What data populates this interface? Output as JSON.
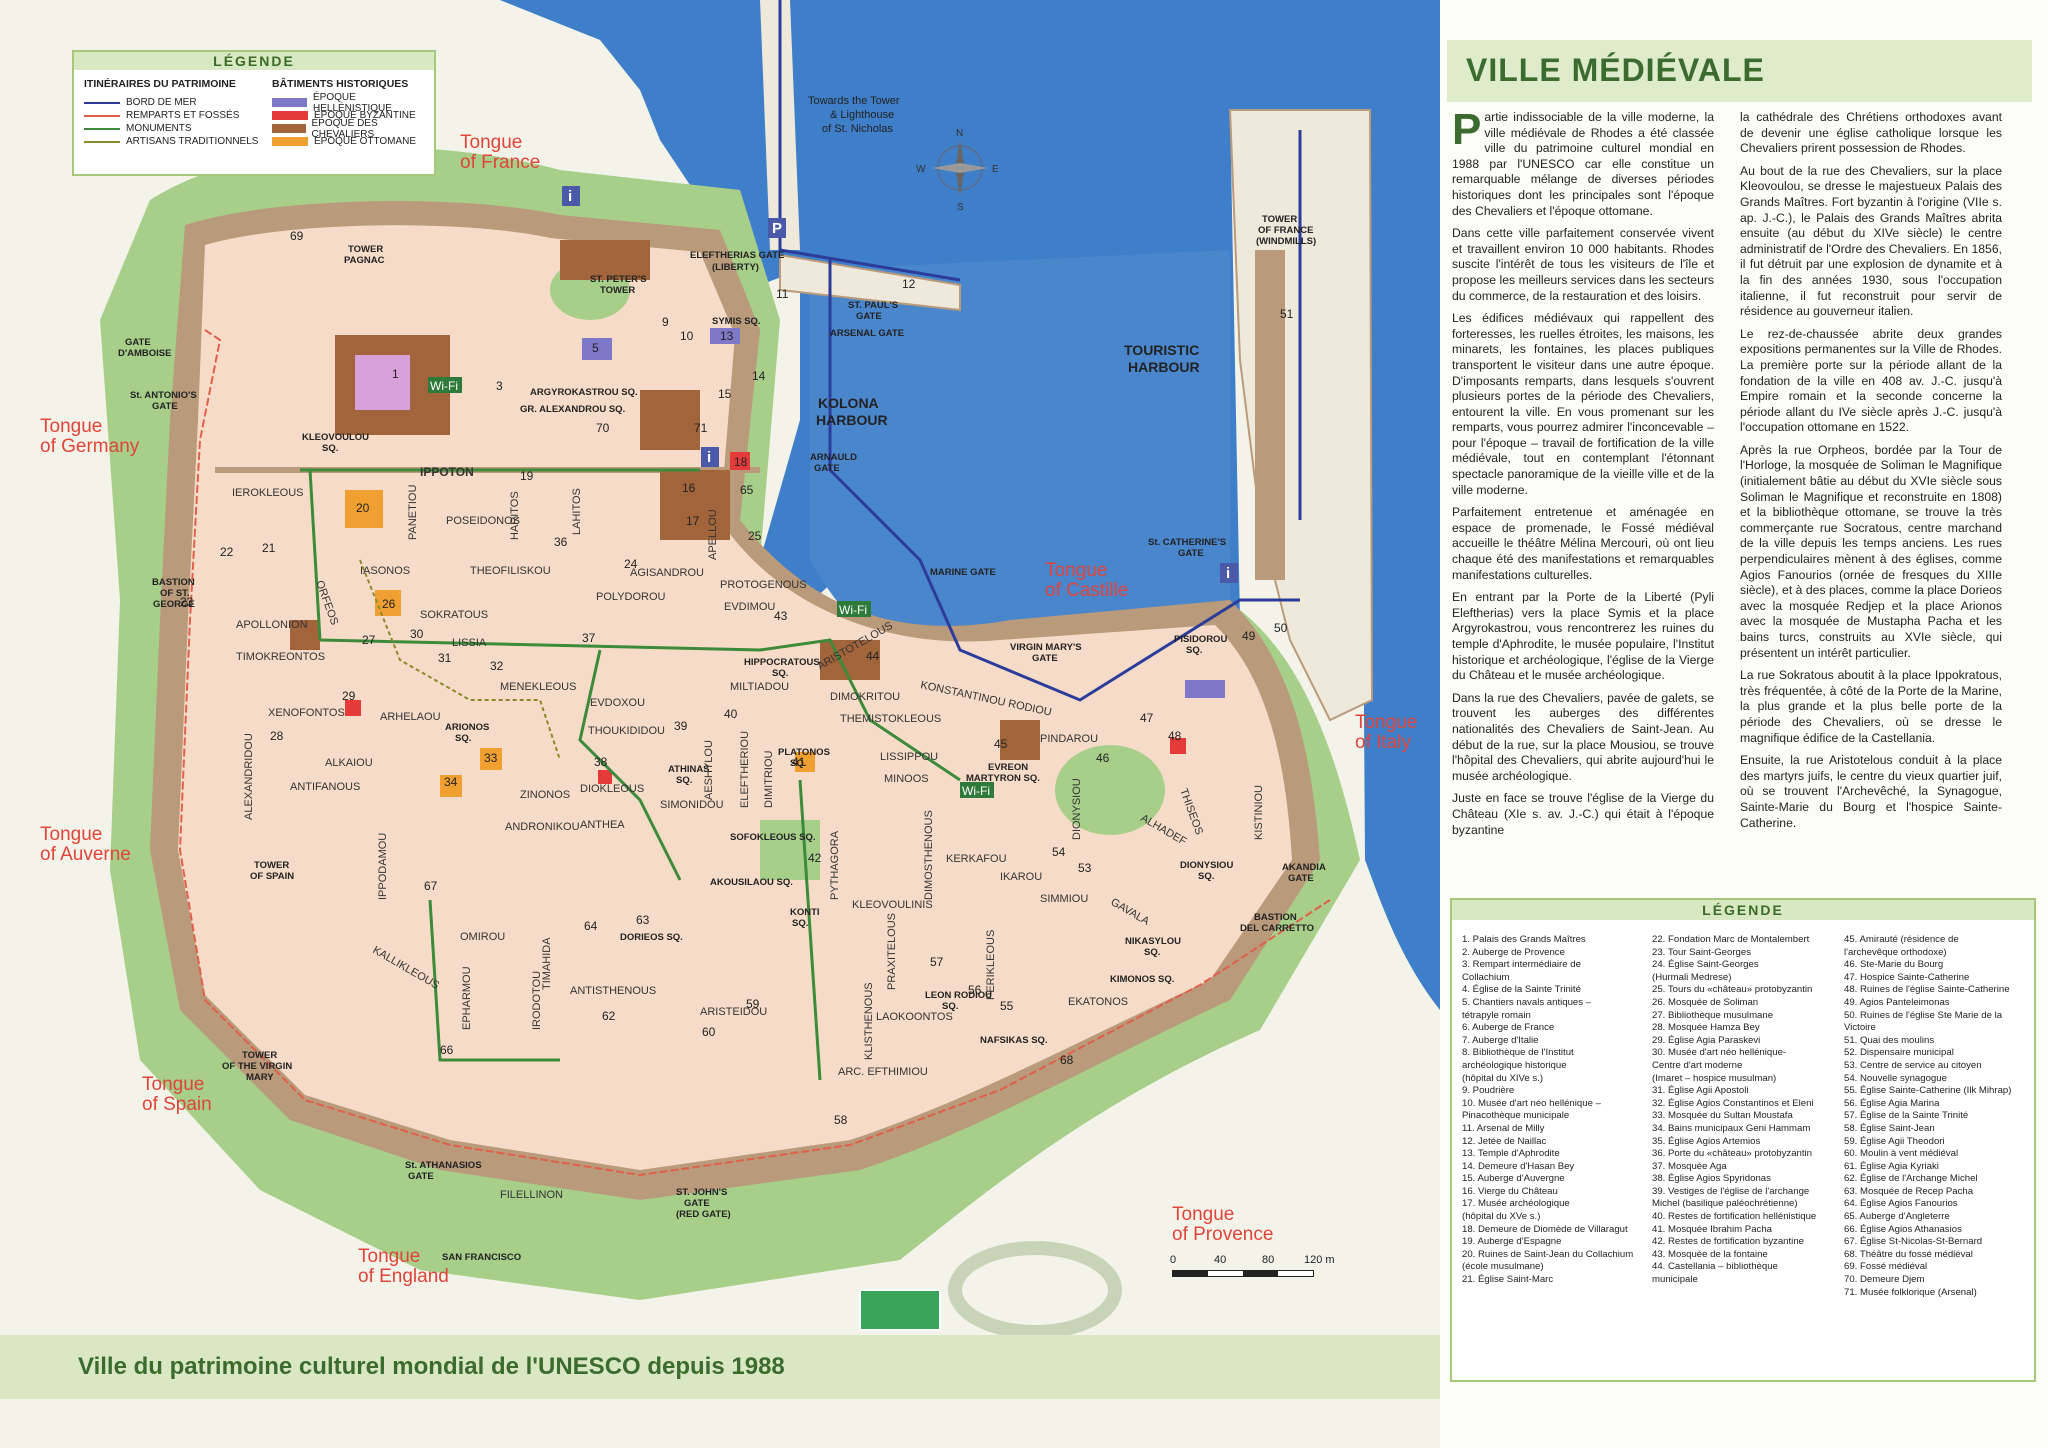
{
  "colors": {
    "sea": "#3f7ec8",
    "land": "#f4f3ea",
    "walls": "#b99a7a",
    "oldtown": "#f6dcc8",
    "green": "#a8cf8a",
    "route_sea": "#2b3c9a",
    "route_walls": "#e0604a",
    "route_monuments": "#3d8a3a",
    "route_crafts": "#8a8a2a",
    "tongue_text": "#e0443a",
    "header_green": "#3c6b2f"
  },
  "map": {
    "legend": {
      "title": "LÉGENDE",
      "routes_heading": "ITINÉRAIRES DU PATRIMOINE",
      "routes": [
        {
          "label": "BORD DE MER",
          "color": "#2b3c9a"
        },
        {
          "label": "REMPARTS ET FOSSÉS",
          "color": "#e0604a"
        },
        {
          "label": "MONUMENTS",
          "color": "#3d8a3a"
        },
        {
          "label": "ARTISANS TRADITIONNELS",
          "color": "#8a8a2a"
        }
      ],
      "buildings_heading": "BÂTIMENTS HISTORIQUES",
      "buildings": [
        {
          "label": "ÉPOQUE HELLÉNISTIQUE",
          "color": "#7d78c8"
        },
        {
          "label": "ÉPOQUE BYZANTINE",
          "color": "#e43a3a"
        },
        {
          "label": "ÉPOQUE DES CHEVALIERS",
          "color": "#a2643a"
        },
        {
          "label": "ÉPOQUE OTTOMANE",
          "color": "#f0a030"
        }
      ]
    },
    "tongues": [
      {
        "name": "tongue-france",
        "line1": "Tongue",
        "line2": "of France"
      },
      {
        "name": "tongue-germany",
        "line1": "Tongue",
        "line2": "of Germany"
      },
      {
        "name": "tongue-auverne",
        "line1": "Tongue",
        "line2": "of Auverne"
      },
      {
        "name": "tongue-spain",
        "line1": "Tongue",
        "line2": "of Spain"
      },
      {
        "name": "tongue-england",
        "line1": "Tongue",
        "line2": "of England"
      },
      {
        "name": "tongue-provence",
        "line1": "Tongue",
        "line2": "of Provence"
      },
      {
        "name": "tongue-castille",
        "line1": "Tongue",
        "line2": "of Castille"
      },
      {
        "name": "tongue-italy",
        "line1": "Tongue",
        "line2": "of Italy"
      }
    ],
    "places": {
      "tower_lighthouse": [
        "Towards the Tower",
        "& Lighthouse",
        "of St. Nicholas"
      ],
      "touristic_harbour": [
        "TOURISTIC",
        "HARBOUR"
      ],
      "kolona_harbour": [
        "KOLONA",
        "HARBOUR"
      ],
      "tower_france": [
        "TOWER",
        "OF FRANCE",
        "(WINDMILLS)"
      ],
      "eleftherias_gate": [
        "ELEFTHERIAS GATE",
        "(LIBERTY)"
      ],
      "st_peters_tower": [
        "ST. PETER'S",
        "TOWER"
      ],
      "st_pauls_gate": [
        "ST. PAUL'S",
        "GATE"
      ],
      "arsenal_gate": "ARSENAL GATE",
      "symis_sq": "SYMIS SQ.",
      "tower_pagnac": [
        "TOWER",
        "PAGNAC"
      ],
      "gate_amboise": [
        "GATE",
        "D'AMBOISE"
      ],
      "st_antonios_gate": [
        "St. ANTONIO'S",
        "GATE"
      ],
      "argyrokastrou_sq": "ARGYROKASTROU SQ.",
      "gr_alexandrou_sq": "GR. ALEXANDROU SQ.",
      "kleovoulou_sq": [
        "KLEOVOULOU",
        "SQ."
      ],
      "arnauld_gate": [
        "ARNAULD",
        "GATE"
      ],
      "marine_gate": "MARINE GATE",
      "st_catherines_gate": [
        "St. CATHERINE'S",
        "GATE"
      ],
      "virgin_marys_gate": [
        "VIRGIN MARY'S",
        "GATE"
      ],
      "bastion_st_george": [
        "BASTION",
        "OF ST.",
        "GEORGE"
      ],
      "hippocratous_sq": [
        "HIPPOCRATOUS",
        "SQ."
      ],
      "arionos_sq": [
        "ARIONOS",
        "SQ."
      ],
      "athinas_sq": [
        "ATHINAS",
        "SQ."
      ],
      "platonos_sq": [
        "PLATONOS",
        "SQ."
      ],
      "evreon_martyron_sq": [
        "EVREON",
        "MARTYRON SQ."
      ],
      "sofokleous_sq": "SOFOKLEOUS SQ.",
      "akousilaou_sq": "AKOUSILAOU SQ.",
      "konti_sq": [
        "KONTI",
        "SQ."
      ],
      "dorieos_sq": "DORIEOS SQ.",
      "leon_rodiou_sq": [
        "LEON RODIOU",
        "SQ."
      ],
      "nafsikas_sq": "NAFSIKAS SQ.",
      "kimonos_sq": "KIMONOS SQ.",
      "nikasylou_sq": [
        "NIKASYLOU",
        "SQ."
      ],
      "dionysiou_sq": [
        "DIONYSIOU",
        "SQ."
      ],
      "akandia_gate": [
        "AKANDIA",
        "GATE"
      ],
      "bastion_del_carretto": [
        "BASTION",
        "DEL CARRETTO"
      ],
      "tower_spain": [
        "TOWER",
        "OF SPAIN"
      ],
      "tower_virgin_mary": [
        "TOWER",
        "OF THE VIRGIN",
        "MARY"
      ],
      "st_athanasios_gate": [
        "St. ATHANASIOS",
        "GATE"
      ],
      "st_johns_gate": [
        "ST. JOHN'S",
        "GATE",
        "(RED GATE)"
      ],
      "pisidorou_sq": [
        "PISIDOROU",
        "SQ."
      ],
      "san_francisco": "SAN FRANCISCO"
    },
    "streets": [
      "IPPOTON",
      "IEROKLEOUS",
      "APOLLONION",
      "TIMOKREONTOS",
      "SOKRATOUS",
      "LISSIA",
      "MENEKLEOUS",
      "XENOFONTOS",
      "ARHELAOU",
      "ALKAIOU",
      "ZINONOS",
      "ANDRONIKOU",
      "ALEXANDRIDOU",
      "IPPODAMOU",
      "OMIROU",
      "FILELLINON",
      "AGISANDROU",
      "POLYDOROU",
      "THEOFILISKOU",
      "IASONOS",
      "EVDOXOU",
      "THOUKIDIDOU",
      "SIMONIDOU",
      "DIOKLEOUS",
      "ANTHEA",
      "MILTIADOU",
      "DIMOKRITOU",
      "THEMISTOKLEOUS",
      "LISSIPPOU",
      "MINOOS",
      "PYTHAGORA",
      "KLEOVOULINIS",
      "KERKAFOU",
      "IKAROU",
      "DIMOSTHENOUS",
      "PINDAROU",
      "THISEOS",
      "ALHADEF",
      "GAVALA",
      "EKATONOS",
      "ARISTEIDOU",
      "KONSTANTINOU RODIOU",
      "ARISTOTELOUS",
      "KISTINIOU",
      "PERIKLEOUS",
      "ARC. EFTHIMIOU",
      "LAOKOONTOS",
      "PRAXITELOUS",
      "KLISTHENOUS",
      "APELLOU",
      "PROTOGENOUS",
      "EVDIMOU",
      "ORFEOS",
      "PANETIOU",
      "POSEIDONOS",
      "HARITOS",
      "LAHITOS",
      "ANTIFANOUS",
      "KALLIKLEOUS",
      "EPHARMOU",
      "IRODOTOU",
      "TIMAHIDA",
      "ANTISTHENOUS",
      "AESHYLOU",
      "ELEFTHERIOU",
      "DIMITRIOU",
      "SIMMIOU",
      "DIONYSIOU"
    ],
    "wifi_label": "Wi-Fi",
    "parking_label": "P",
    "info_label": "i",
    "compass": {
      "n": "N",
      "s": "S",
      "e": "E",
      "w": "W"
    },
    "scale": {
      "ticks": [
        "0",
        "40",
        "80",
        "120 m"
      ]
    },
    "footer": "Ville du patrimoine culturel mondial de l'UNESCO depuis 1988"
  },
  "panel": {
    "title": "VILLE MÉDIÉVALE",
    "col_a": [
      "Partie indissociable de la ville moderne, la ville médiévale de Rhodes a été classée ville du patrimoine culturel mondial en 1988 par l'UNESCO car elle constitue un remarquable mélange de diverses périodes historiques dont les principales sont l'époque des Chevaliers et l'époque ottomane.",
      "Dans cette ville parfaitement conservée vivent et travaillent environ 10 000 habitants. Rhodes suscite l'intérêt de tous les visiteurs de l'île et propose les meilleurs services dans les secteurs du commerce, de la restauration et des loisirs.",
      "Les édifices médiévaux qui rappellent des forteresses, les ruelles étroites, les maisons, les minarets, les fontaines, les places publiques transportent le visiteur dans une autre époque. D'imposants remparts, dans lesquels s'ouvrent plusieurs portes de la période des Chevaliers, entourent la ville. En vous promenant sur les remparts, vous pourrez admirer l'inconcevable – pour l'époque – travail de fortification de la ville médiévale, tout en contemplant l'étonnant spectacle panoramique de la vieille ville et de la ville moderne.",
      "Parfaitement entretenue et aménagée en espace de promenade, le Fossé médiéval accueille le théâtre Mélina Mercouri, où ont lieu chaque été des manifestations et remarquables manifestations culturelles.",
      "En entrant par la Porte de la Liberté (Pyli Eleftherias) vers la place Symis et la place Argyrokastrou, vous rencontrerez les ruines du temple d'Aphrodite, le musée populaire, l'Institut historique et archéologique, l'église de la Vierge du Château et le musée archéologique.",
      "Dans la rue des Chevaliers, pavée de galets, se trouvent les auberges des différentes nationalités des Chevaliers de Saint-Jean. Au début de la rue, sur la place Mousiou, se trouve l'hôpital des Chevaliers, qui abrite aujourd'hui le musée archéologique.",
      "Juste en face se trouve l'église de la Vierge du Château (XIe s. av. J.-C.) qui était à l'époque byzantine"
    ],
    "col_b": [
      "la cathédrale des Chrétiens orthodoxes avant de devenir une église catholique lorsque les Chevaliers prirent possession de Rhodes.",
      "Au bout de la rue des Chevaliers, sur la place Kleovoulou, se dresse le majestueux Palais des Grands Maîtres. Fort byzantin à l'origine (VIIe s. ap. J.-C.), le Palais des Grands Maîtres abrita ensuite (au début du XIVe siècle) le centre administratif de l'Ordre des Chevaliers. En 1856, il fut détruit par une explosion de dynamite et à la fin des années 1930, sous l'occupation italienne, il fut reconstruit pour servir de résidence au gouverneur italien.",
      "Le rez-de-chaussée abrite deux grandes expositions permanentes sur la Ville de Rhodes. La première porte sur la période allant de la fondation de la ville en 408 av. J.-C. jusqu'à Empire romain et la seconde concerne la période allant du IVe siècle après J.-C. jusqu'à l'occupation ottomane en 1522.",
      "Après la rue Orpheos, bordée par la Tour de l'Horloge, la mosquée de Soliman le Magnifique (initialement bâtie au début du XVIe siècle sous Soliman le Magnifique et reconstruite en 1808) et la bibliothèque ottomane, se trouve la très commerçante rue Socratous, centre marchand de la ville depuis les temps anciens. Les rues perpendiculaires mènent à des églises, comme Agios Fanourios (ornée de fresques du XIIIe siècle), et à des places, comme la place Dorieos avec la mosquée Redjep et la place Arionos avec la mosquée de Mustapha Pacha et les bains turcs, construits au XVIe siècle, qui présentent un intérêt particulier.",
      "La rue Sokratous aboutit à la place Ippokratous, très fréquentée, à côté de la Porte de la Marine, la plus grande et la plus belle porte de la période des Chevaliers, où se dresse le magnifique édifice de la Castellania.",
      "Ensuite, la rue Aristotelous conduit à la place des martyrs juifs, le centre du vieux quartier juif, où se trouvent l'Archevêché, la Synagogue, Sainte-Marie du Bourg et l'hospice Sainte-Catherine."
    ],
    "index_title": "LÉGENDE",
    "index_col_1": [
      "1. Palais des Grands Maîtres",
      "2. Auberge de Provence",
      "3. Rempart intermédiaire de",
      "Collachium",
      "4. Église de la Sainte Trinité",
      "5. Chantiers navals antiques –",
      "tétrapyle romain",
      "6. Auberge de France",
      "7. Auberge d'Italie",
      "8. Bibliothèque de l'Institut",
      "archéologique historique",
      "(hôpital du XIVe s.)",
      "9. Poudrière",
      "10. Musée d'art néo hellénique –",
      "Pinacothèque municipale",
      "11. Arsenal de Milly",
      "12. Jetée de Naillac",
      "13. Temple d'Aphrodite",
      "14. Demeure d'Hasan Bey",
      "15. Auberge d'Auvergne",
      "16. Vierge du Château",
      "17. Musée archéologique",
      "(hôpital du XVe s.)",
      "18. Demeure de Diomède de Villaragut",
      "19. Auberge d'Espagne",
      "20. Ruines de Saint-Jean du Collachium",
      "(école musulmane)",
      "21. Église Saint-Marc"
    ],
    "index_col_2": [
      "22. Fondation Marc de Montalembert",
      "23. Tour Saint-Georges",
      "24. Église Saint-Georges",
      "(Hurmali Medrese)",
      "25. Tours du «château» protobyzantin",
      "26. Mosquée de Soliman",
      "27. Bibliothèque musulmane",
      "28. Mosquée Hamza Bey",
      "29. Église Agia Paraskevi",
      "30. Musée d'art néo hellénique-",
      "Centre d'art moderne",
      "(Imaret – hospice musulman)",
      "31. Église Agii Apostoli",
      "32. Église Agios Constantinos et Eleni",
      "33. Mosquée du Sultan Moustafa",
      "34. Bains municipaux Geni Hammam",
      "35. Église Agios Artemios",
      "36. Porte du «château» protobyzantin",
      "37. Mosquée Aga",
      "38. Église Agios Spyridonas",
      "39. Vestiges de l'église de l'archange",
      "Michel (basilique paléochrétienne)",
      "40. Restes de fortification hellénistique",
      "41. Mosquée Ibrahim Pacha",
      "42. Restes de fortification byzantine",
      "43. Mosquée de la fontaine",
      "44. Castellania – bibliothèque",
      "municipale"
    ],
    "index_col_3": [
      "45. Amirauté (résidence de",
      "l'archevêque orthodoxe)",
      "46. Ste-Marie du Bourg",
      "47. Hospice Sainte-Catherine",
      "48. Ruines de l'église Sainte-Catherine",
      "49. Agios Panteleimonas",
      "50. Ruines de l'église Ste Marie de la",
      "Victoire",
      "51. Quai des moulins",
      "52. Dispensaire municipal",
      "53. Centre de service au citoyen",
      "54. Nouvelle synagogue",
      "55. Église Sainte-Catherine (Ilk Mihrap)",
      "56. Église Agia Marina",
      "57. Église de la Sainte Trinité",
      "58. Église Saint-Jean",
      "59. Église Agii Theodori",
      "60. Moulin à vent médiéval",
      "61. Église Agia Kyriaki",
      "62. Église de l'Archange Michel",
      "63. Mosquée de Recep Pacha",
      "64. Église Agios Fanourios",
      "65. Auberge d'Angleterre",
      "66. Église Agios Athanasios",
      "67. Église St-Nicolas-St-Bernard",
      "68. Théâtre du fossé médiéval",
      "69. Fossé médiéval",
      "70. Demeure Djem",
      "71. Musée folklorique (Arsenal)"
    ]
  }
}
